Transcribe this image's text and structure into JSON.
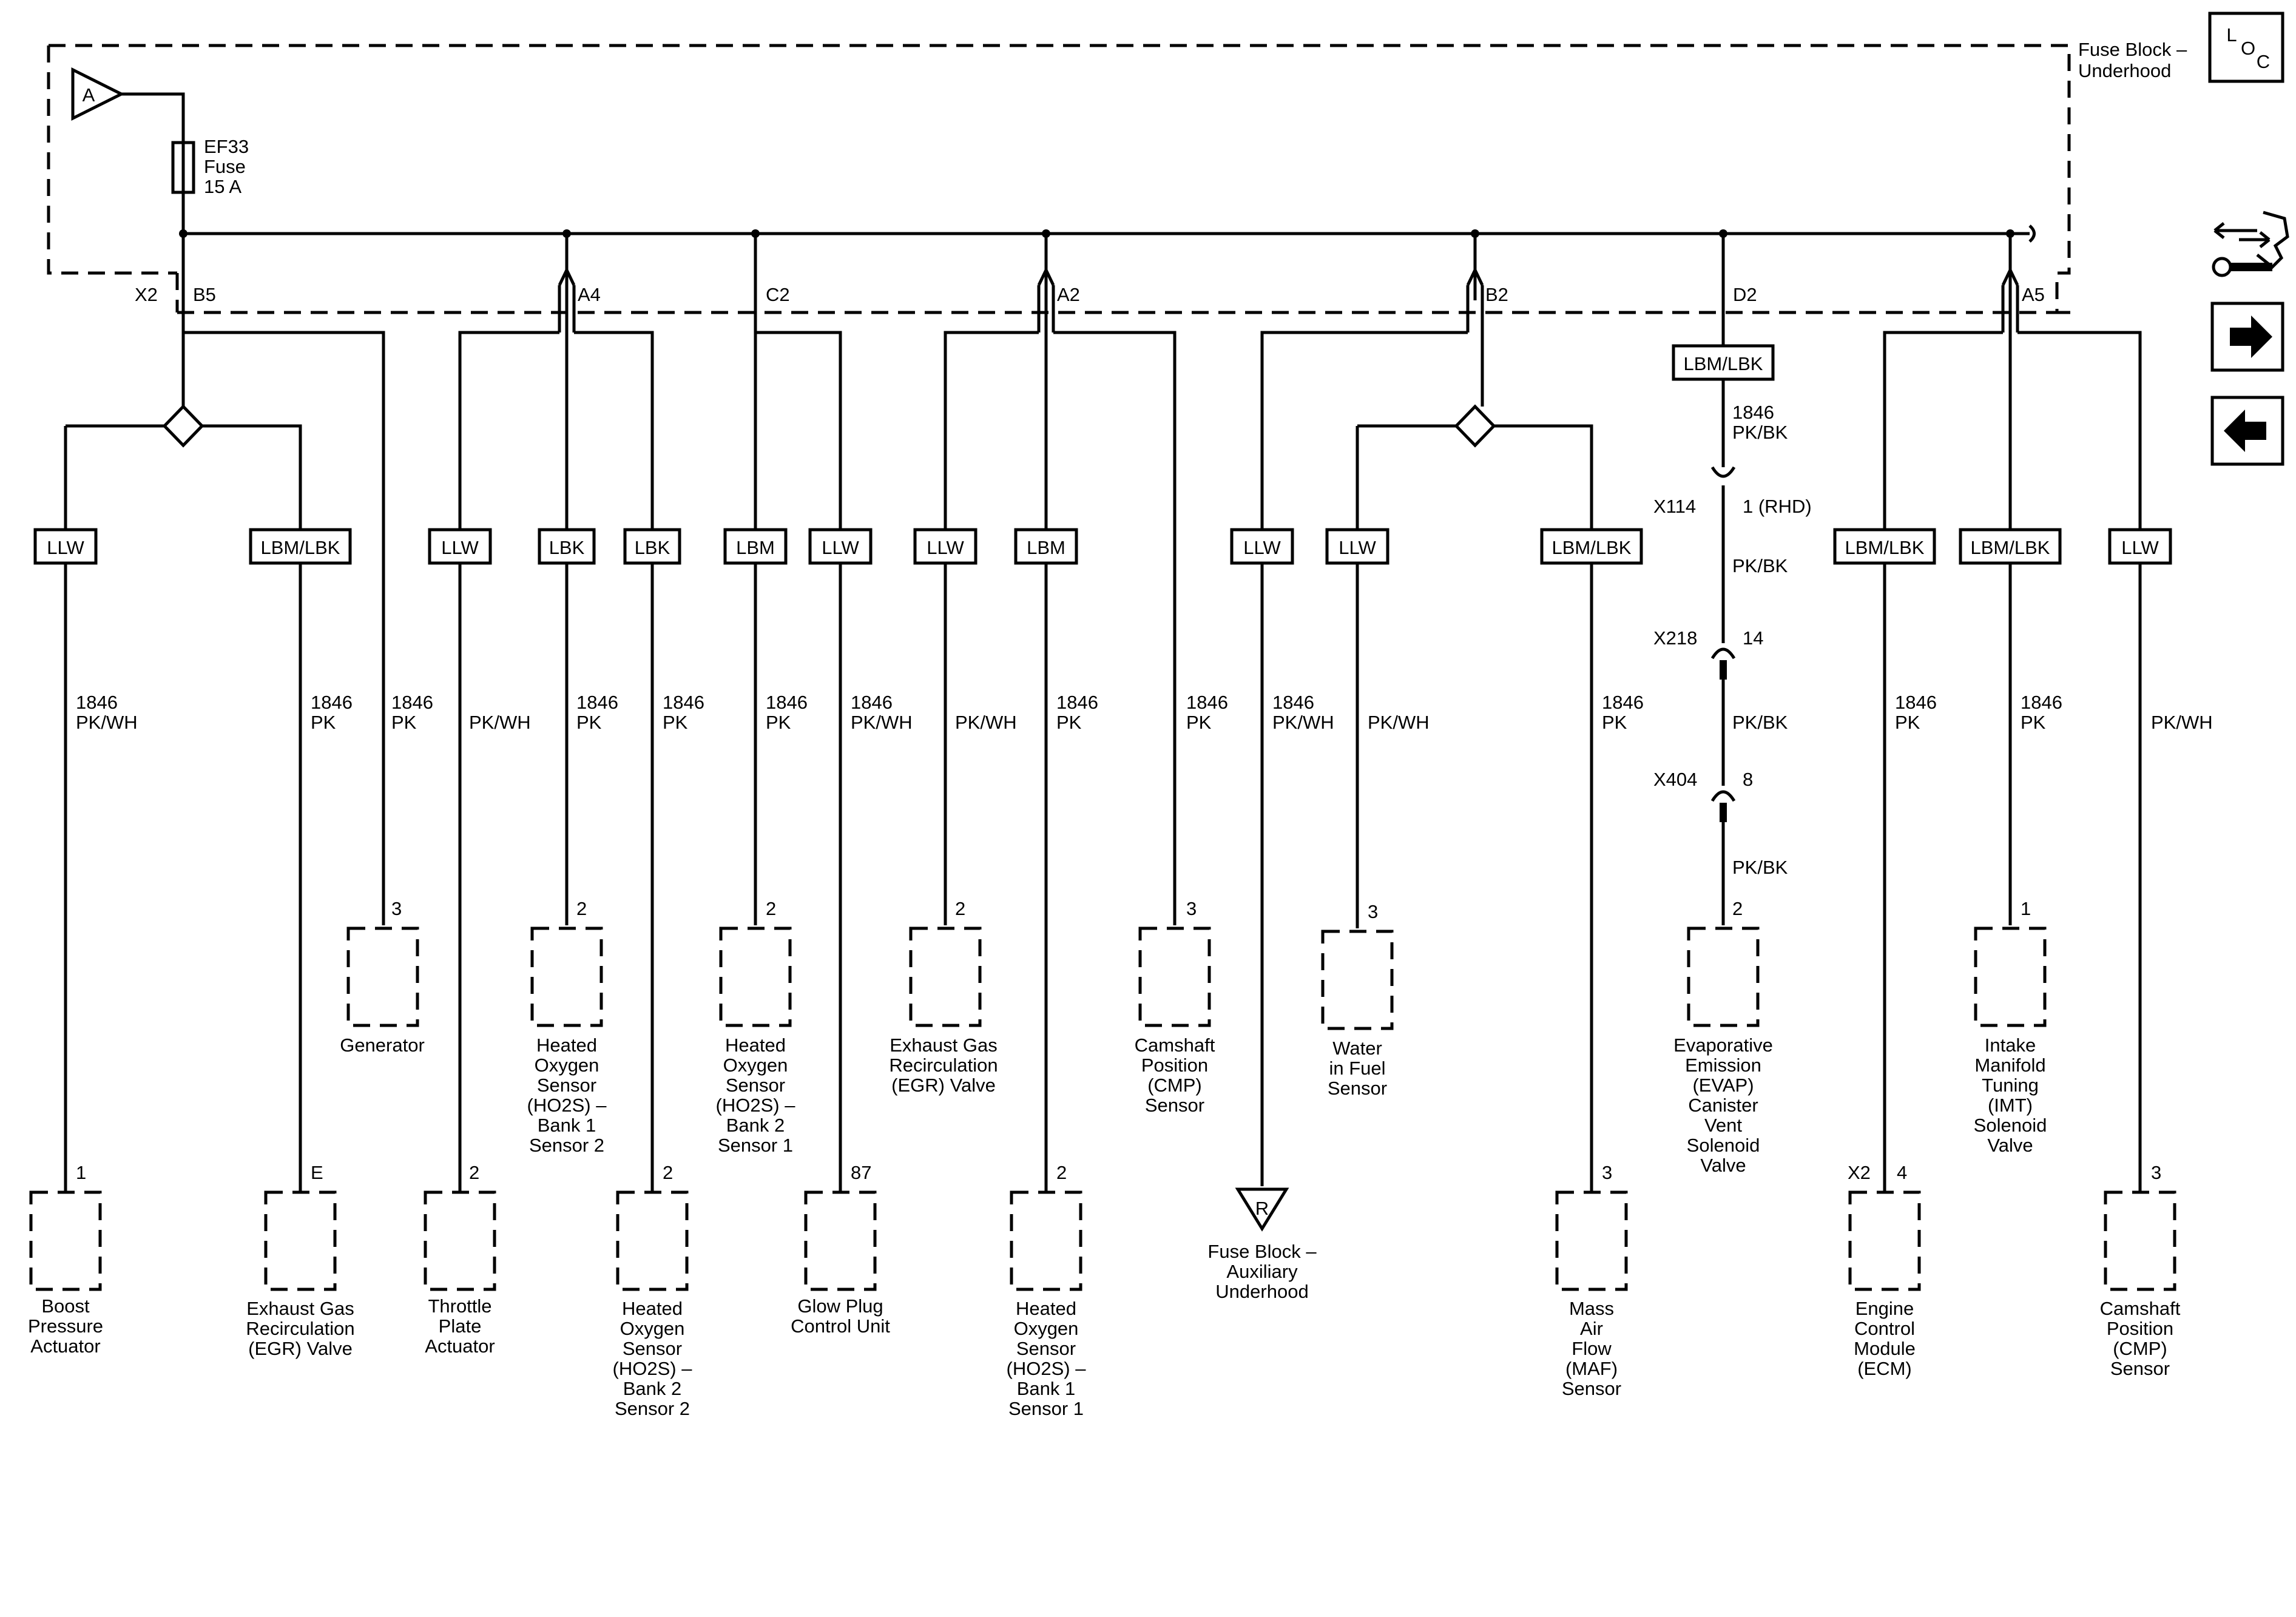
{
  "fuse_block": {
    "title": "Fuse Block –",
    "subtitle": "Underhood",
    "connector_main": "X2",
    "fuse_name": "EF33",
    "fuse_word": "Fuse",
    "fuse_rating": "15 A",
    "source_ref": "A"
  },
  "loc_icon": {
    "l": "L",
    "o": "O",
    "c": "C"
  },
  "nav": {
    "service_icon": "service-tools-icon",
    "next_icon": "arrow-right-icon",
    "prev_icon": "arrow-left-icon"
  },
  "pins": [
    "B5",
    "A4",
    "C2",
    "A2",
    "B2",
    "D2",
    "A5"
  ],
  "branches": [
    {
      "tag": "LLW",
      "circuit": "1846",
      "color": "PK/WH",
      "pin": "1",
      "component": [
        "Boost",
        "Pressure",
        "Actuator"
      ]
    },
    {
      "tag": "LBM/LBK",
      "circuit": "1846",
      "color": "PK",
      "pin": "E",
      "component": [
        "Exhaust Gas",
        "Recirculation",
        "(EGR) Valve"
      ]
    },
    {
      "tag": "",
      "circuit": "1846",
      "color": "PK",
      "pin": "3",
      "component": [
        "Generator"
      ]
    },
    {
      "tag": "LLW",
      "circuit": "",
      "color": "PK/WH",
      "pin": "2",
      "component": [
        "Throttle",
        "Plate",
        "Actuator"
      ]
    },
    {
      "tag": "LBK",
      "circuit": "1846",
      "color": "PK",
      "pin": "2",
      "component": [
        "Heated",
        "Oxygen",
        "Sensor",
        "(HO2S) –",
        "Bank 1",
        "Sensor 2"
      ]
    },
    {
      "tag": "LBK",
      "circuit": "1846",
      "color": "PK",
      "pin": "2",
      "component": [
        "Heated",
        "Oxygen",
        "Sensor",
        "(HO2S) –",
        "Bank 2",
        "Sensor 2"
      ]
    },
    {
      "tag": "LBM",
      "circuit": "1846",
      "color": "PK",
      "pin": "2",
      "component": [
        "Heated",
        "Oxygen",
        "Sensor",
        "(HO2S) –",
        "Bank 2",
        "Sensor 1"
      ]
    },
    {
      "tag": "LLW",
      "circuit": "1846",
      "color": "PK/WH",
      "pin": "87",
      "component": [
        "Glow Plug",
        "Control Unit"
      ]
    },
    {
      "tag": "LLW",
      "circuit": "",
      "color": "PK/WH",
      "pin": "2",
      "component": [
        "Exhaust Gas",
        "Recirculation",
        "(EGR) Valve"
      ]
    },
    {
      "tag": "LBM",
      "circuit": "1846",
      "color": "PK",
      "pin": "2",
      "component": [
        "Heated",
        "Oxygen",
        "Sensor",
        "(HO2S) –",
        "Bank 1",
        "Sensor 1"
      ]
    },
    {
      "tag": "",
      "circuit": "1846",
      "color": "PK",
      "pin": "3",
      "component": [
        "Camshaft",
        "Position",
        "(CMP)",
        "Sensor"
      ]
    },
    {
      "tag": "LLW",
      "circuit": "1846",
      "color": "PK/WH",
      "pin": "R",
      "component": [
        "Fuse Block –",
        "Auxiliary",
        "Underhood"
      ]
    },
    {
      "tag": "LLW",
      "circuit": "",
      "color": "PK/WH",
      "pin": "3",
      "component": [
        "Water",
        "in Fuel",
        "Sensor"
      ]
    },
    {
      "tag": "LBM/LBK",
      "circuit": "1846",
      "color": "PK",
      "pin": "3",
      "component": [
        "Mass",
        "Air",
        "Flow",
        "(MAF)",
        "Sensor"
      ]
    },
    {
      "tag": "LBM/LBK",
      "circuit": "1846",
      "color": "PK/BK",
      "pin": "2",
      "component": [
        "Evaporative",
        "Emission",
        "(EVAP)",
        "Canister",
        "Vent",
        "Solenoid",
        "Valve"
      ]
    },
    {
      "tag": "LBM/LBK",
      "circuit": "1846",
      "color": "PK",
      "pin": "4",
      "connector": "X2",
      "component": [
        "Engine",
        "Control",
        "Module",
        "(ECM)"
      ]
    },
    {
      "tag": "LBM/LBK",
      "circuit": "1846",
      "color": "PK",
      "pin": "1",
      "component": [
        "Intake",
        "Manifold",
        "Tuning",
        "(IMT)",
        "Solenoid",
        "Valve"
      ]
    },
    {
      "tag": "LLW",
      "circuit": "",
      "color": "PK/WH",
      "pin": "3",
      "component": [
        "Camshaft",
        "Position",
        "(CMP)",
        "Sensor"
      ]
    }
  ],
  "inline_connectors": [
    {
      "name": "X114",
      "pin": "1 (RHD)"
    },
    {
      "name": "X218",
      "pin": "14"
    },
    {
      "name": "X404",
      "pin": "8"
    }
  ],
  "evap_segment_color": "PK/BK"
}
